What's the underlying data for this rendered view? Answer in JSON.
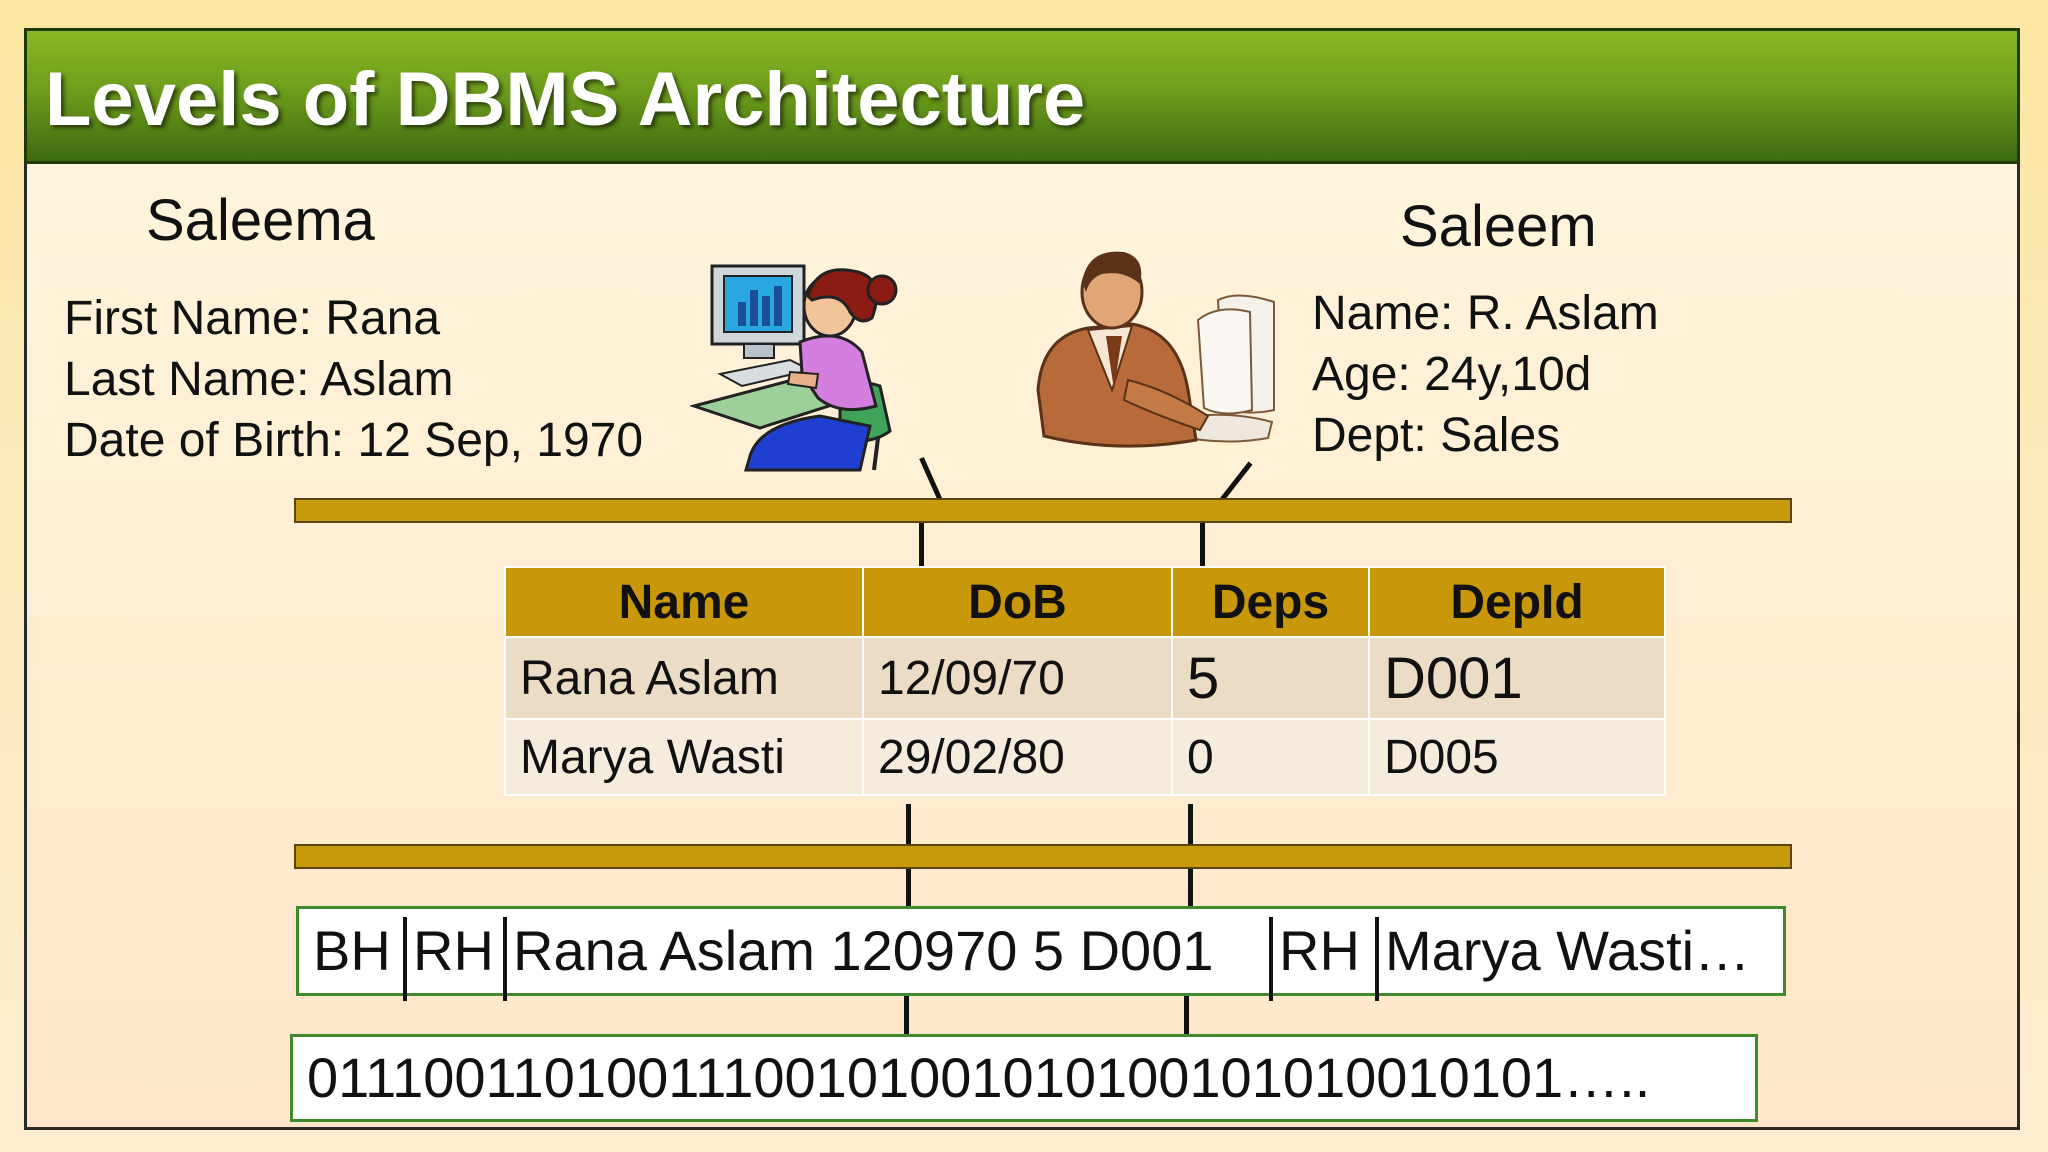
{
  "title": "Levels of DBMS Architecture",
  "left_user": {
    "name": "Saleema",
    "lines": [
      "First Name: Rana",
      "Last Name: Aslam",
      "Date of Birth: 12 Sep, 1970"
    ]
  },
  "right_user": {
    "name": "Saleem",
    "lines": [
      "Name: R. Aslam",
      "Age: 24y,10d",
      "Dept: Sales"
    ]
  },
  "table": {
    "headers": [
      "Name",
      "DoB",
      "Deps",
      "DepId"
    ],
    "rows": [
      [
        "Rana Aslam",
        "12/09/70",
        "5",
        "D001"
      ],
      [
        "Marya Wasti",
        "29/02/80",
        "0",
        "D005"
      ]
    ]
  },
  "record": {
    "fields": [
      "BH",
      "RH",
      "Rana Aslam 120970 5 D001",
      "RH",
      "Marya Wasti…"
    ]
  },
  "bits": "01110011010011100101001010100101010010101…..",
  "colors": {
    "title_bar": "#6e9e1c",
    "bus": "#c89b0c",
    "table_header": "#c8970a",
    "record_border": "#3f8a2a"
  },
  "icons": {
    "left": "woman-at-computer-clipart",
    "right": "man-at-computer-clipart"
  }
}
